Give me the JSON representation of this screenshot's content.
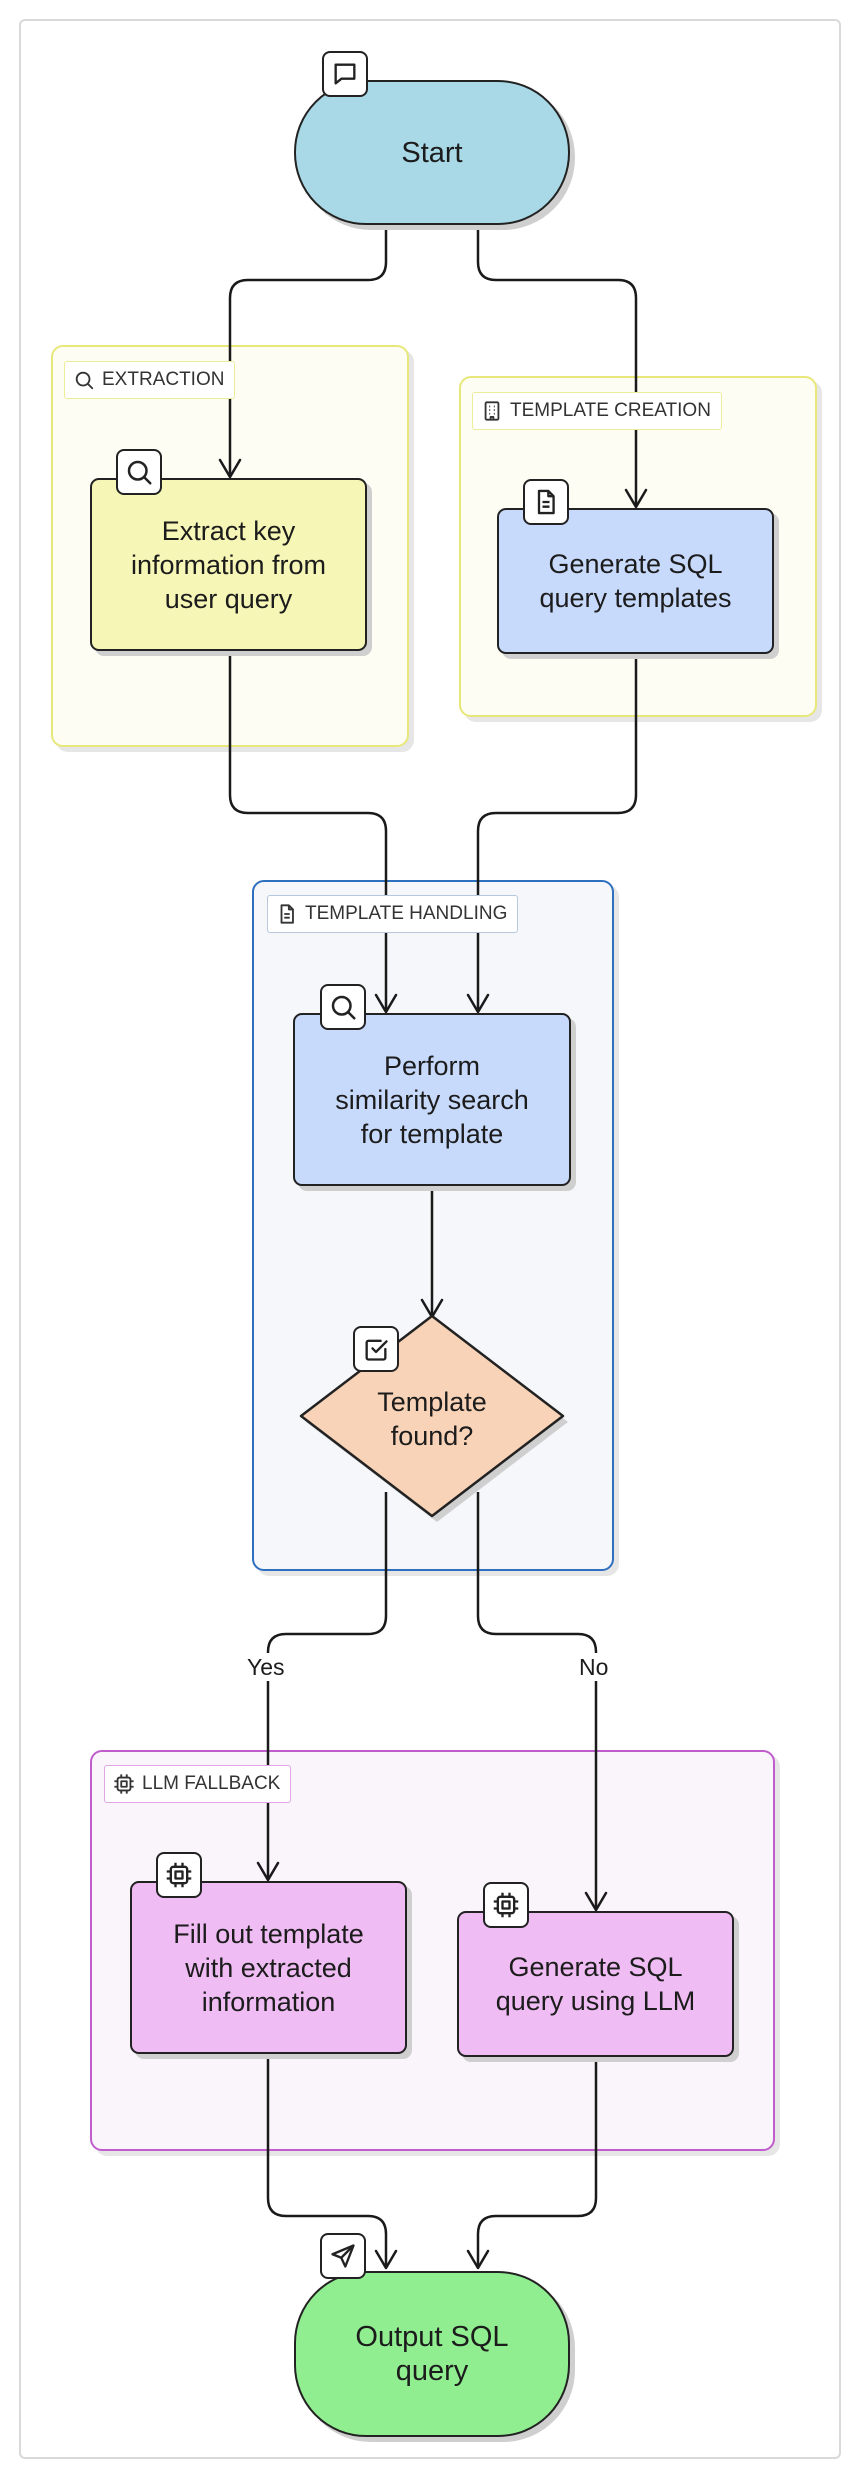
{
  "groups": {
    "extraction": "EXTRACTION",
    "template_creation": "TEMPLATE CREATION",
    "template_handling": "TEMPLATE HANDLING",
    "llm_fallback": "LLM FALLBACK"
  },
  "nodes": {
    "start": "Start",
    "extract": [
      "Extract key",
      "information from",
      "user query"
    ],
    "generate_templates": [
      "Generate SQL",
      "query templates"
    ],
    "similarity": [
      "Perform",
      "similarity search",
      "for template"
    ],
    "decision": [
      "Template",
      "found?"
    ],
    "fill_template": [
      "Fill out template",
      "with extracted",
      "information"
    ],
    "generate_llm": [
      "Generate SQL",
      "query using LLM"
    ],
    "output": [
      "Output SQL",
      "query"
    ]
  },
  "edges": {
    "yes": "Yes",
    "no": "No"
  },
  "icons": {
    "start": "message-square-icon",
    "extract": "search-icon",
    "generate_templates": "file-text-icon",
    "similarity": "search-icon",
    "decision": "check-square-icon",
    "fill_template": "cpu-icon",
    "generate_llm": "cpu-icon",
    "output": "send-icon",
    "group_extraction": "search-icon",
    "group_template_creation": "building-icon",
    "group_template_handling": "file-text-icon",
    "group_llm_fallback": "cpu-icon"
  },
  "colors": {
    "start": "#a9d9e6",
    "extraction_node": "#f6f6b6",
    "template_node": "#c8dafc",
    "decision": "#f8d3b8",
    "llm_node": "#efbcf3",
    "output": "#90ee90",
    "group_yellow_border": "#e8e87a",
    "group_blue_border": "#2f6fbf",
    "group_purple_border": "#c05ccc"
  }
}
